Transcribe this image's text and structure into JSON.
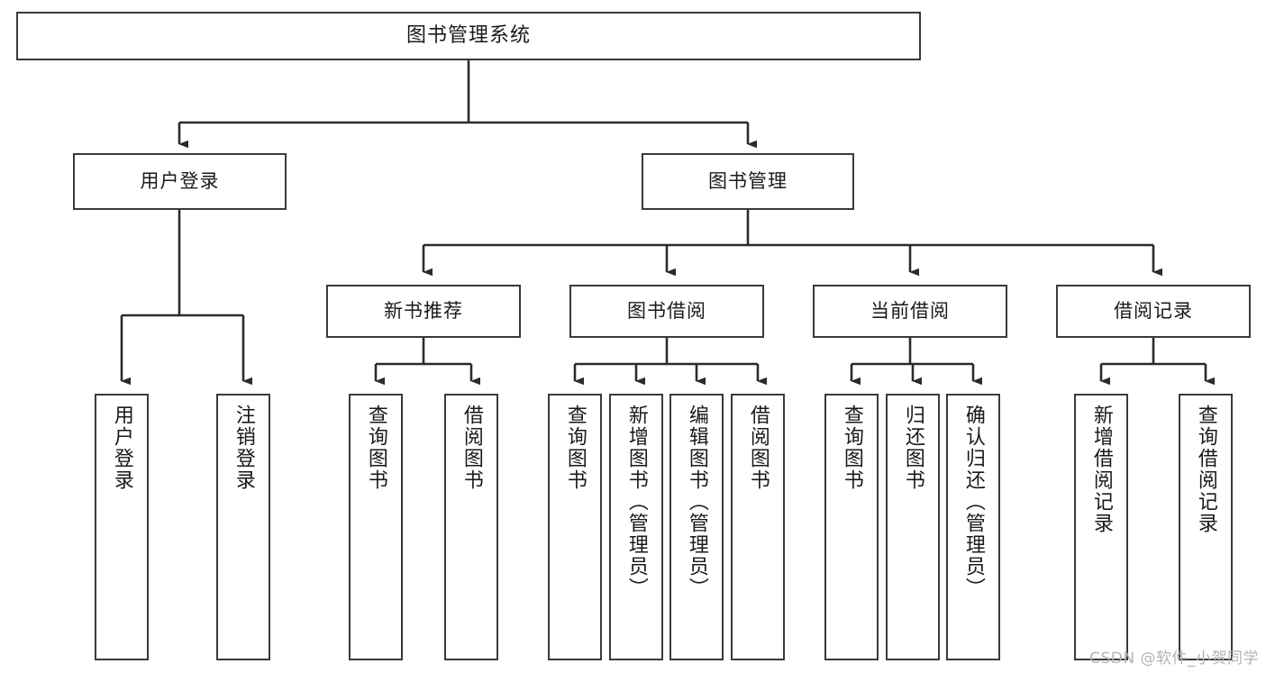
{
  "diagram": {
    "title": "图书管理系统",
    "type": "tree",
    "watermark": "CSDN @软件_小贺同学",
    "colors": {
      "box_border": "#3a3a3a",
      "box_fill": "#ffffff",
      "connector": "#2b2b2b",
      "text": "#1a1a1a",
      "watermark": "#b4b4b4",
      "background": "#ffffff"
    },
    "levels": {
      "root": {
        "label": "图书管理系统"
      },
      "level2": [
        {
          "label": "用户登录"
        },
        {
          "label": "图书管理"
        }
      ],
      "level3": [
        {
          "label": "新书推荐"
        },
        {
          "label": "图书借阅"
        },
        {
          "label": "当前借阅"
        },
        {
          "label": "借阅记录"
        }
      ],
      "leaves": {
        "user_login": [
          {
            "label": "用户登录"
          },
          {
            "label": "注销登录"
          }
        ],
        "new_book_recommend": [
          {
            "label": "查询图书"
          },
          {
            "label": "借阅图书"
          }
        ],
        "book_borrow": [
          {
            "label": "查询图书"
          },
          {
            "label": "新增图书（管理员）"
          },
          {
            "label": "编辑图书（管理员）"
          },
          {
            "label": "借阅图书"
          }
        ],
        "current_borrow": [
          {
            "label": "查询图书"
          },
          {
            "label": "归还图书"
          },
          {
            "label": "确认归还（管理员）"
          }
        ],
        "borrow_records": [
          {
            "label": "新增借阅记录"
          },
          {
            "label": "查询借阅记录"
          }
        ]
      }
    }
  }
}
